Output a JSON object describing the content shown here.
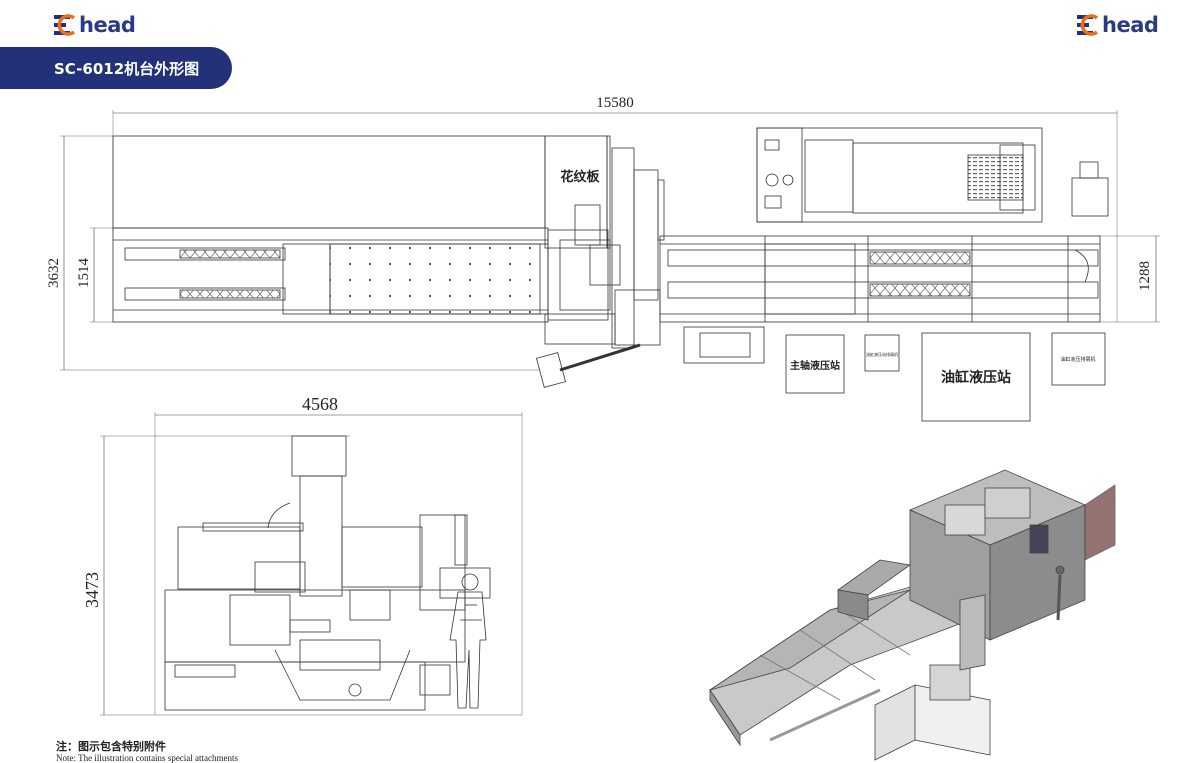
{
  "brand": {
    "logo_text": "head",
    "primary_color": "#23307a",
    "accent_color": "#e8701a"
  },
  "page": {
    "title": "SC-6012机台外形图"
  },
  "dimensions": {
    "overall_length": "15580",
    "overall_width": "3632",
    "inner_width": "1514",
    "right_width": "1288",
    "side_width": "4568",
    "height": "3473"
  },
  "labels": {
    "pattern_plate": "花纹板",
    "spindle_station": "主轴液压站",
    "small_station_left": "油缸液压站排屑机",
    "cylinder_station": "油缸液压站",
    "small_station_right": "油缸液压排屑机"
  },
  "notes": {
    "cn": "注：图示包含特别附件",
    "en": "Note: The illustration contains special attachments"
  }
}
